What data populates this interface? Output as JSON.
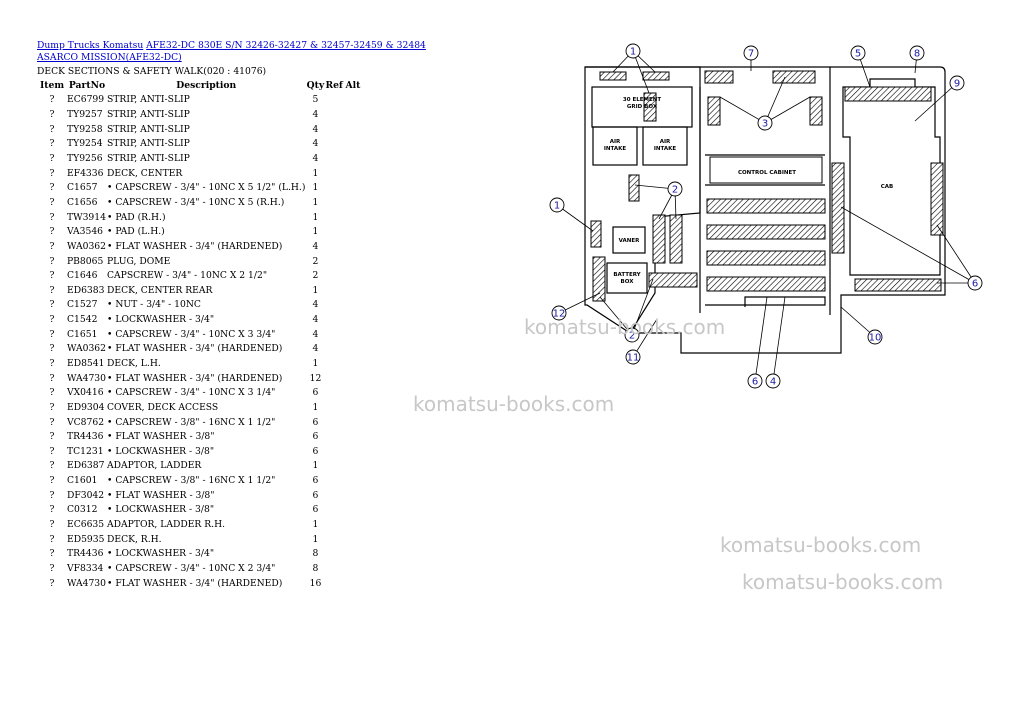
{
  "header": {
    "link1": "Dump Trucks Komatsu",
    "link2": "AFE32-DC 830E S/N 32426-32427 & 32457-32459 & 32484 ASARCO MISSION(AFE32-DC)",
    "section": "DECK SECTIONS & SAFETY WALK(020 : 41076)"
  },
  "table": {
    "headers": [
      "Item",
      "PartNo",
      "Description",
      "Qty",
      "Ref",
      "Alt"
    ],
    "rows": [
      [
        "?",
        "EC6799",
        "STRIP, ANTI-SLIP",
        "5"
      ],
      [
        "?",
        "TY9257",
        "STRIP, ANTI-SLIP",
        "4"
      ],
      [
        "?",
        "TY9258",
        "STRIP, ANTI-SLIP",
        "4"
      ],
      [
        "?",
        "TY9254",
        "STRIP, ANTI-SLIP",
        "4"
      ],
      [
        "?",
        "TY9256",
        "STRIP, ANTI-SLIP",
        "4"
      ],
      [
        "?",
        "EF4336",
        "DECK, CENTER",
        "1"
      ],
      [
        "?",
        "C1657",
        "• CAPSCREW - 3/4\" - 10NC X 5 1/2\" (L.H.)",
        "1"
      ],
      [
        "?",
        "C1656",
        "• CAPSCREW - 3/4\" - 10NC X 5 (R.H.)",
        "1"
      ],
      [
        "?",
        "TW3914",
        "• PAD (R.H.)",
        "1"
      ],
      [
        "?",
        "VA3546",
        "• PAD (L.H.)",
        "1"
      ],
      [
        "?",
        "WA0362",
        "• FLAT WASHER - 3/4\" (HARDENED)",
        "4"
      ],
      [
        "?",
        "PB8065",
        "PLUG, DOME",
        "2"
      ],
      [
        "?",
        "C1646",
        "CAPSCREW - 3/4\" - 10NC X 2 1/2\"",
        "2"
      ],
      [
        "?",
        "ED6383",
        "DECK, CENTER REAR",
        "1"
      ],
      [
        "?",
        "C1527",
        "• NUT - 3/4\" - 10NC",
        "4"
      ],
      [
        "?",
        "C1542",
        "• LOCKWASHER - 3/4\"",
        "4"
      ],
      [
        "?",
        "C1651",
        "• CAPSCREW - 3/4\" - 10NC X 3 3/4\"",
        "4"
      ],
      [
        "?",
        "WA0362",
        "• FLAT WASHER - 3/4\" (HARDENED)",
        "4"
      ],
      [
        "?",
        "ED8541",
        "DECK, L.H.",
        "1"
      ],
      [
        "?",
        "WA4730",
        "• FLAT WASHER - 3/4\" (HARDENED)",
        "12"
      ],
      [
        "?",
        "VX0416",
        "• CAPSCREW - 3/4\" - 10NC X 3 1/4\"",
        "6"
      ],
      [
        "?",
        "ED9304",
        "COVER, DECK ACCESS",
        "1"
      ],
      [
        "?",
        "VC8762",
        "• CAPSCREW - 3/8\" - 16NC X 1 1/2\"",
        "6"
      ],
      [
        "?",
        "TR4436",
        "• FLAT WASHER - 3/8\"",
        "6"
      ],
      [
        "?",
        "TC1231",
        "• LOCKWASHER - 3/8\"",
        "6"
      ],
      [
        "?",
        "ED6387",
        "ADAPTOR, LADDER",
        "1"
      ],
      [
        "?",
        "C1601",
        "• CAPSCREW - 3/8\" - 16NC X 1 1/2\"",
        "6"
      ],
      [
        "?",
        "DF3042",
        "• FLAT WASHER - 3/8\"",
        "6"
      ],
      [
        "?",
        "C0312",
        "• LOCKWASHER - 3/8\"",
        "6"
      ],
      [
        "?",
        "EC6635",
        "ADAPTOR, LADDER R.H.",
        "1"
      ],
      [
        "?",
        "ED5935",
        "DECK, R.H.",
        "1"
      ],
      [
        "?",
        "TR4436",
        "• LOCKWASHER - 3/4\"",
        "8"
      ],
      [
        "?",
        "VF8334",
        "• CAPSCREW - 3/4\" - 10NC X 2 3/4\"",
        "8"
      ],
      [
        "?",
        "WA4730",
        "• FLAT WASHER - 3/4\" (HARDENED)",
        "16"
      ]
    ]
  },
  "diagram": {
    "grid_box": [
      "30 ELEMENT",
      "GRID BOX"
    ],
    "air_intake": [
      "AIR",
      "INTAKE"
    ],
    "vaner": "VANER",
    "battery_box": [
      "BATTERY",
      "BOX"
    ],
    "control_cabinet": "CONTROL CABINET",
    "cab": "CAB",
    "callouts": [
      "1",
      "7",
      "5",
      "8",
      "9",
      "3",
      "2",
      "1",
      "2",
      "12",
      "11",
      "10",
      "6",
      "4",
      "6"
    ]
  },
  "watermark": "komatsu-books.com"
}
